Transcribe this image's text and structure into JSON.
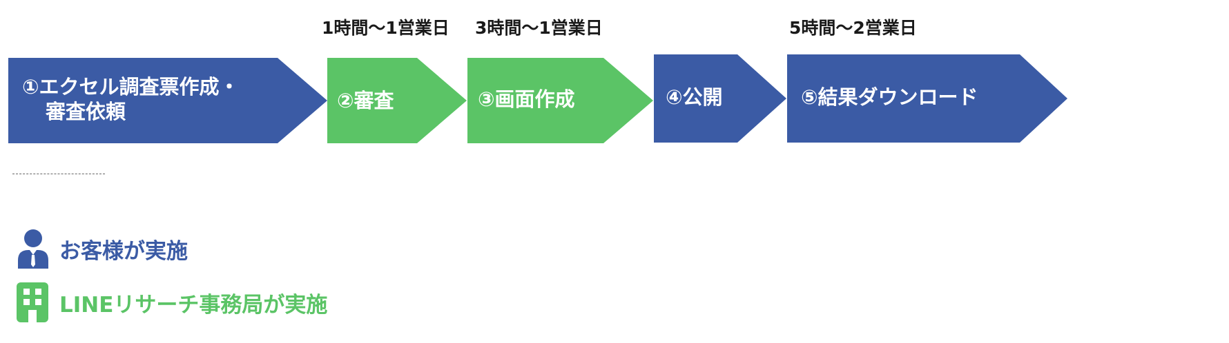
{
  "durations": [
    {
      "label": "1時間〜1営業日"
    },
    {
      "label": "3時間〜1営業日"
    },
    {
      "label": "5時間〜2営業日"
    }
  ],
  "steps": [
    {
      "label_line1": "①エクセル調査票作成・",
      "label_line2": "審査依頼",
      "actor": "customer"
    },
    {
      "label_line1": "②審査",
      "actor": "office"
    },
    {
      "label_line1": "③画面作成",
      "actor": "office"
    },
    {
      "label_line1": "④公開",
      "actor": "customer"
    },
    {
      "label_line1": "⑤結果ダウンロード",
      "actor": "customer"
    }
  ],
  "legend": {
    "customer": {
      "label": "お客様が実施",
      "icon": "person-icon",
      "color": "#3b5ba5"
    },
    "office": {
      "label": "LINEリサーチ事務局が実施",
      "icon": "building-icon",
      "color": "#5bc466"
    }
  },
  "colors": {
    "customer": "#3b5ba5",
    "office": "#5bc466",
    "duration_text": "#1a1a1a"
  }
}
